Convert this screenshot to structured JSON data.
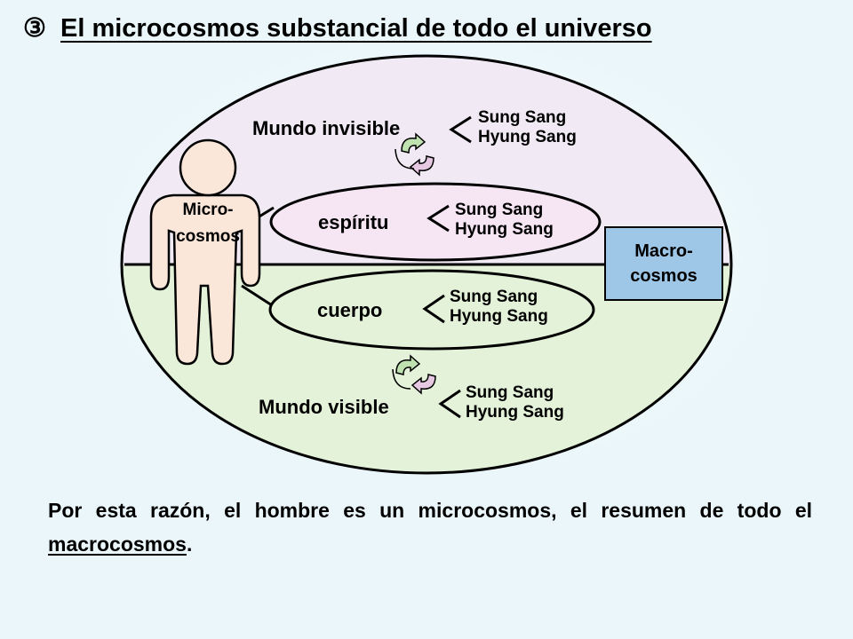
{
  "title": {
    "number": "③",
    "text": "El microcosmos substancial de todo el universo"
  },
  "macrocosm": {
    "line1": "Macro-",
    "line2": "cosmos"
  },
  "microcosm": {
    "line1": "Micro-",
    "line2": "cosmos"
  },
  "realms": [
    {
      "label": "Mundo invisible",
      "items": [
        "Sung Sang",
        "Hyung Sang"
      ]
    },
    {
      "label": "espíritu",
      "items": [
        "Sung Sang",
        "Hyung Sang"
      ]
    },
    {
      "label": "cuerpo",
      "items": [
        "Sung Sang",
        "Hyung Sang"
      ]
    },
    {
      "label": "Mundo visible",
      "items": [
        "Sung Sang",
        "Hyung Sang"
      ]
    }
  ],
  "conclusion": {
    "before": "Por esta razón, el hombre es un microcosmos, el resumen de todo el ",
    "highlight": "macrocosmos",
    "after": "."
  }
}
